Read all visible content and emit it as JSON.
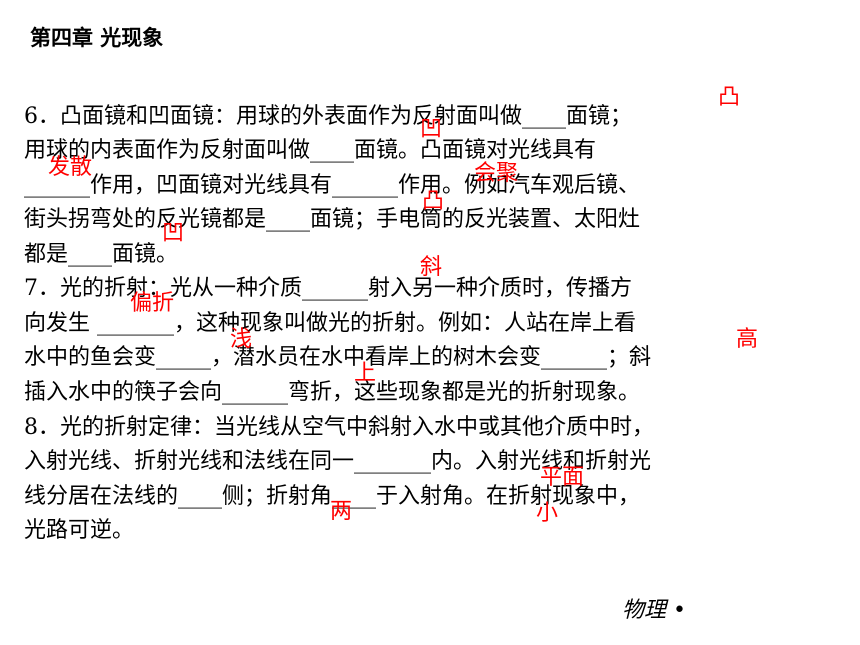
{
  "chapter": "第四章  光现象",
  "lines": [
    "  6．凸面镜和凹面镜：用球的外表面作为反射面叫做____面镜；",
    "用球的内表面作为反射面叫做____面镜。凸面镜对光线具有",
    "______作用，凹面镜对光线具有______作用。例如汽车观后镜、",
    "街头拐弯处的反光镜都是____面镜；手电筒的反光装置、太阳灶",
    "都是____面镜。",
    "  7．光的折射：光从一种介质______射入另一种介质时，传播方",
    "向发生 _______，这种现象叫做光的折射。例如：人站在岸上看",
    "水中的鱼会变_____，潜水员在水中看岸上的树木会变______；斜",
    "插入水中的筷子会向______弯折，这些现象都是光的折射现象。",
    "  8．光的折射定律：当光线从空气中斜射入水中或其他介质中时，",
    "入射光线、折射光线和法线在同一_______内。入射光线和折射光",
    "线分居在法线的____侧；折射角____于入射角。在折射现象中，",
    "光路可逆。"
  ],
  "answers": [
    "凸",
    "凹",
    "发散",
    "会聚",
    "凸",
    "凹",
    "斜",
    "偏折",
    "浅",
    "高",
    "上",
    "平面",
    "两",
    "小"
  ],
  "footer": "物理 •",
  "colors": {
    "answer": "#ff0000",
    "text": "#000000",
    "background": "#ffffff"
  }
}
